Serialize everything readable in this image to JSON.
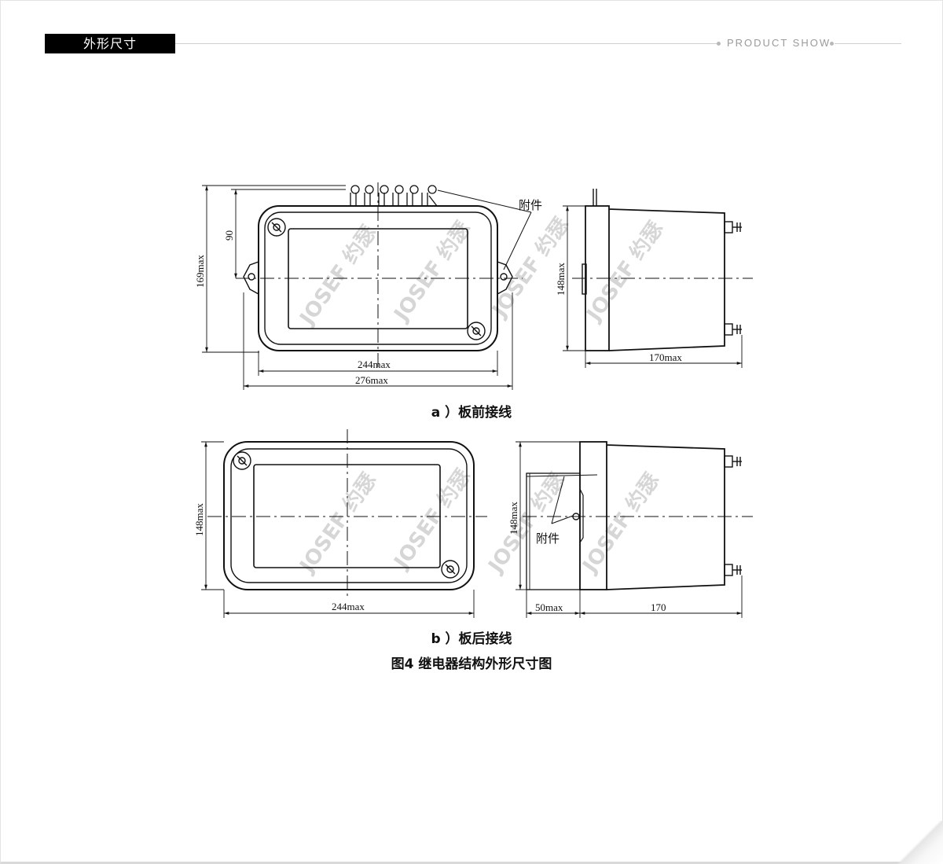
{
  "header": {
    "section_title": "外形尺寸",
    "product_show": "PRODUCT SHOW"
  },
  "watermark": "JOSEF 约瑟",
  "figure_a": {
    "caption": "a ）板前接线",
    "dim_height": "169max",
    "dim_90": "90",
    "dim_width_inner": "244max",
    "dim_width_outer": "276max",
    "dim_side_height": "148max",
    "dim_side_depth": "170max",
    "accessory_label": "附件"
  },
  "figure_b": {
    "caption": "b ）板后接线",
    "dim_height": "148max",
    "dim_width": "244max",
    "dim_side_height": "148max",
    "dim_side_front": "50max",
    "dim_side_depth": "170",
    "accessory_label": "附件"
  },
  "figure_title": "图4  继电器结构外形尺寸图",
  "colors": {
    "line": "#111111",
    "watermark": "#cfcfcf",
    "header_bg": "#000000"
  }
}
